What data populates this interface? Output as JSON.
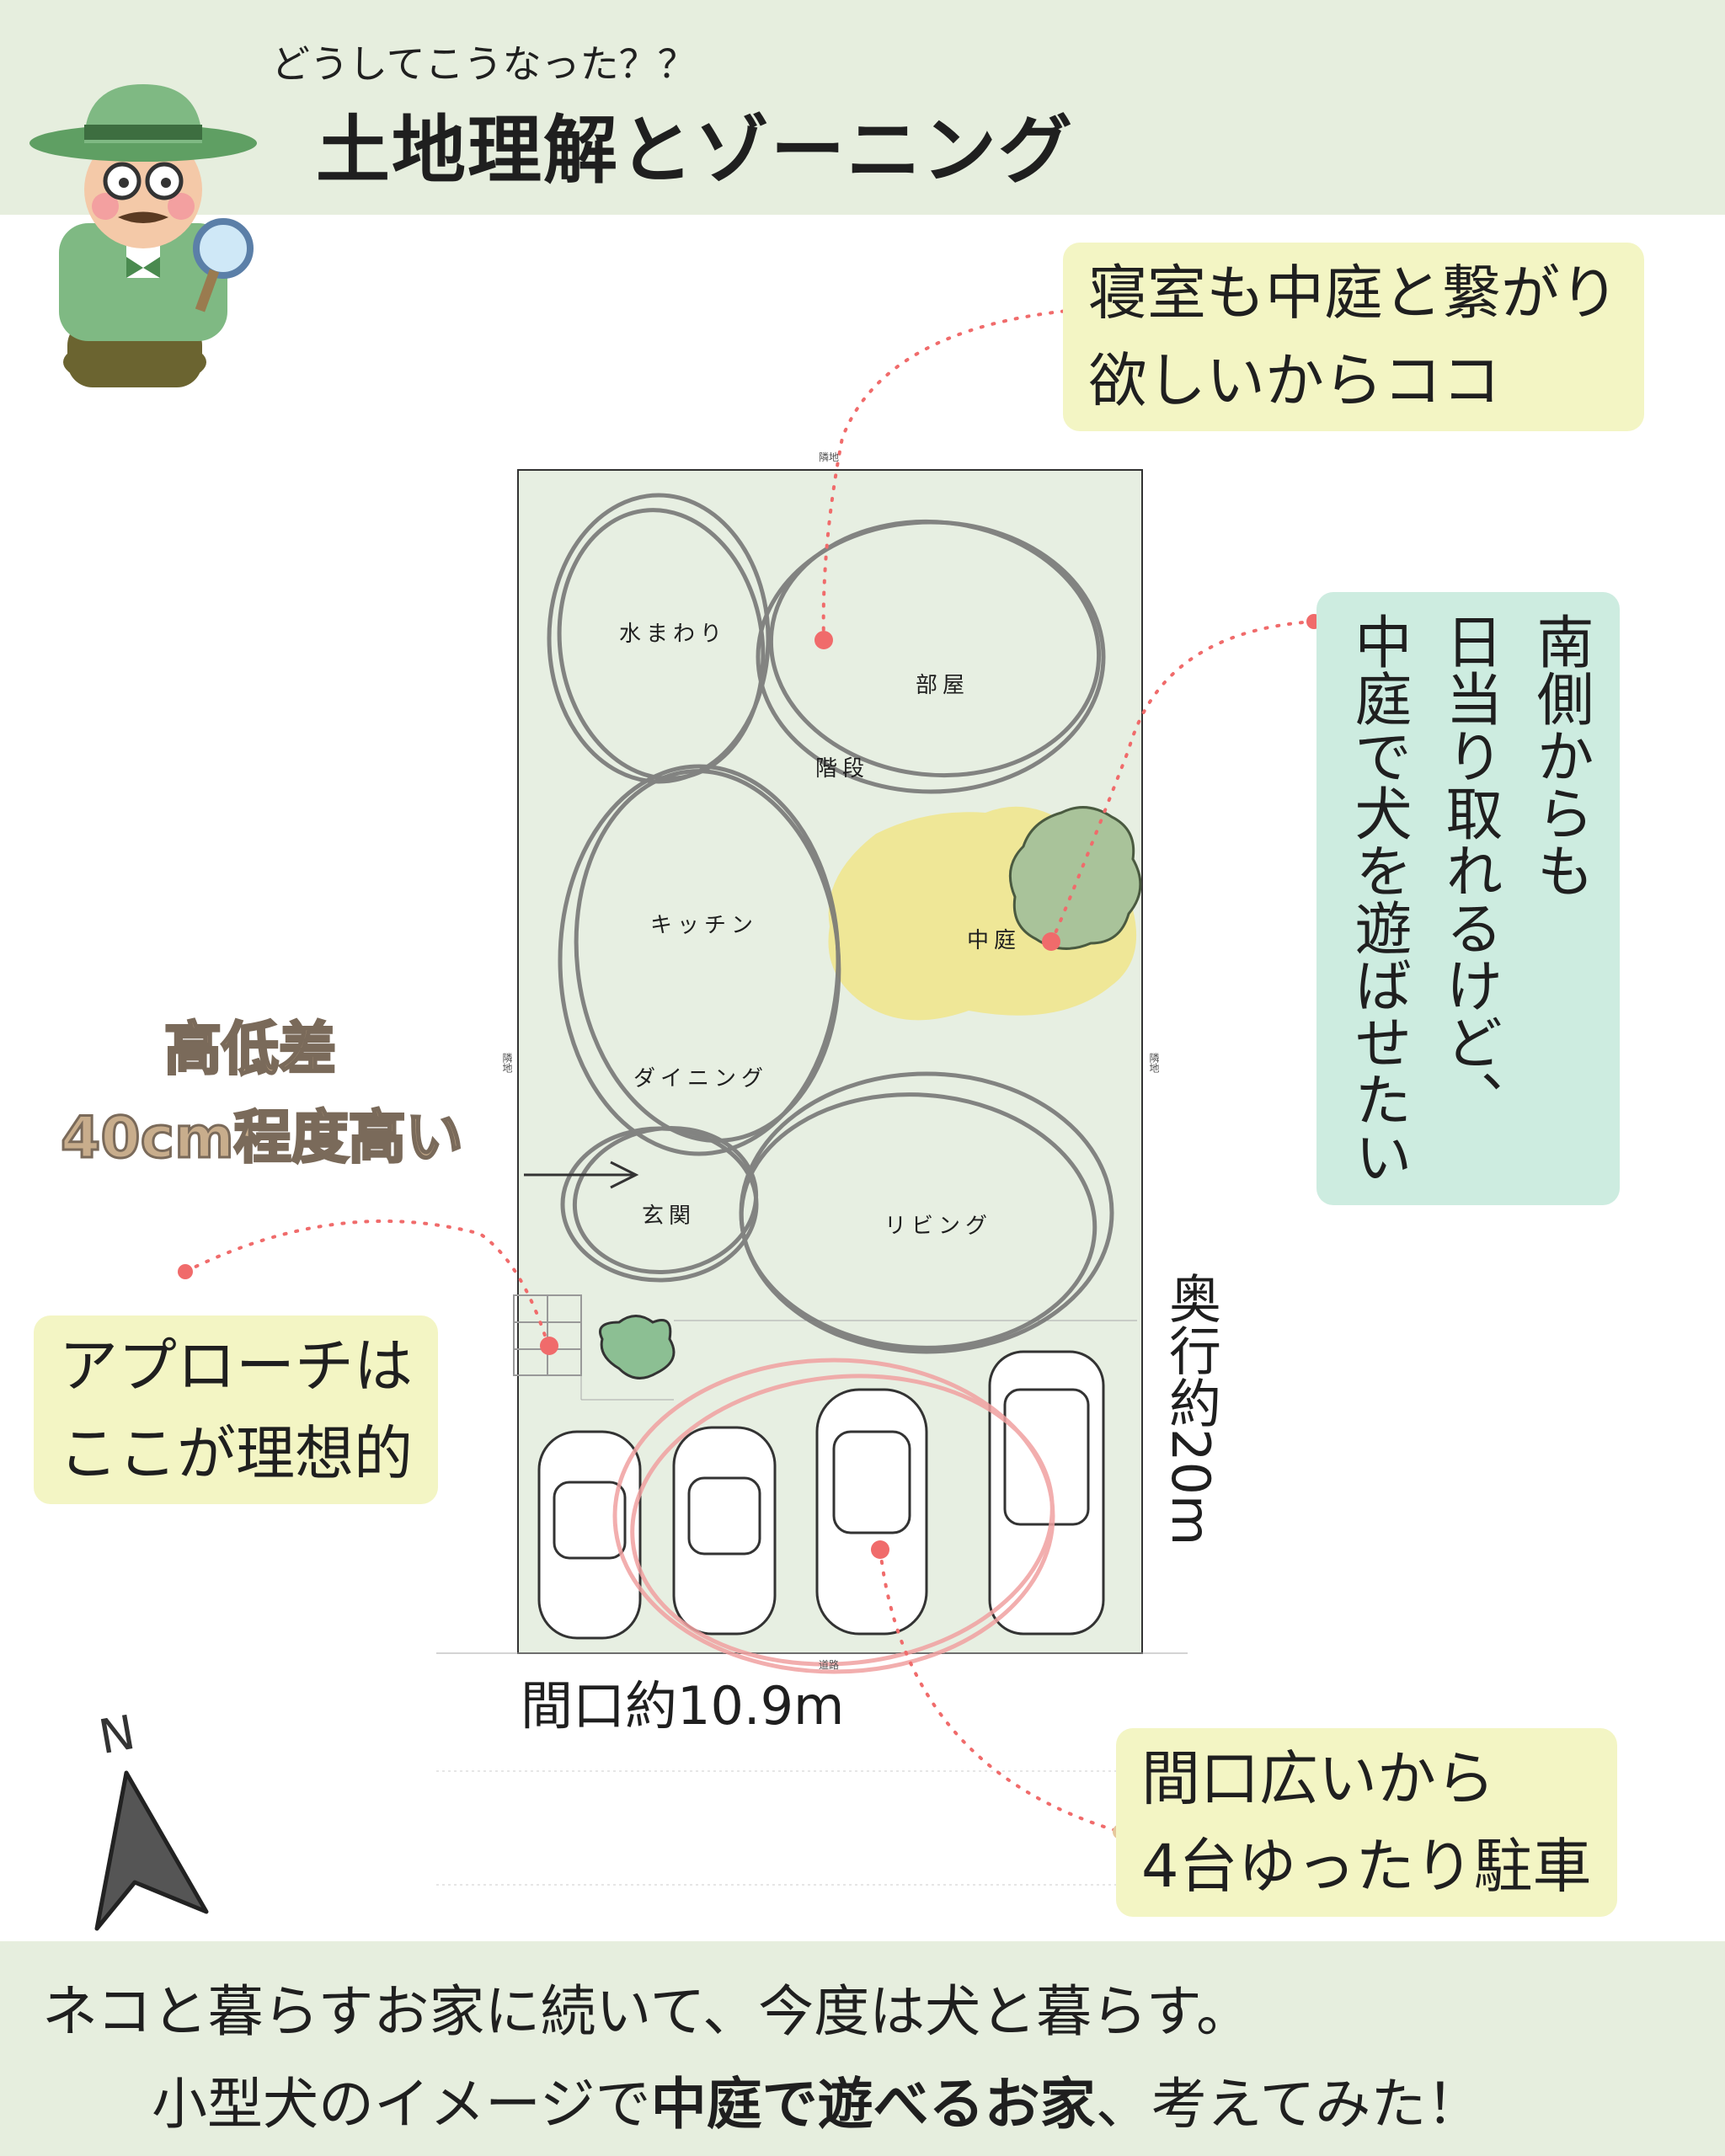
{
  "header": {
    "subtitle": "どうしてこうなった？？",
    "title": "土地理解とゾーニング"
  },
  "plan": {
    "north_label": "隣地",
    "south_label": "道路",
    "west_label": "隣地",
    "east_label": "隣地",
    "zones": {
      "water": "水まわり",
      "room": "部屋",
      "stairs": "階段",
      "kitchen": "キッチン",
      "courtyard": "中庭",
      "dining": "ダイニング",
      "entrance": "玄関",
      "living": "リビング"
    },
    "width_label": "間口約10.9m",
    "depth_label": "奥行約20m",
    "elevation": {
      "line1": "高低差",
      "line2": "40cm程度高い"
    },
    "compass": "N"
  },
  "notes": {
    "bedroom": {
      "line1": "寝室も中庭と繋がり",
      "line2": "欲しいからココ"
    },
    "courtyard": {
      "col1": "南側からも",
      "col2": "日当り取れるけど、",
      "col3": "中庭で犬を遊ばせたい"
    },
    "approach": {
      "line1": "アプローチは",
      "line2": "ここが理想的"
    },
    "parking": {
      "line1": "間口広いから",
      "line2": "4台ゆったり駐車"
    }
  },
  "footer": {
    "line1": "ネコと暮らすお家に続いて、今度は犬と暮らす。",
    "line2_a": "小型犬のイメージで",
    "line2_b": "中庭で遊べるお家",
    "line2_c": "、考えてみた！"
  },
  "colors": {
    "band": "#e6eede",
    "plot": "#e7efe2",
    "zone_stroke": "#777777",
    "courtyard": "#efe68f",
    "tree": "#a9c39a",
    "leader": "#f06b6b",
    "note_yellow": "#f3f5c4",
    "note_mint": "#cdece0"
  },
  "icons": [
    "detective-illustration",
    "north-arrow-icon",
    "car-icon",
    "tree-icon",
    "arrow-right-icon"
  ]
}
